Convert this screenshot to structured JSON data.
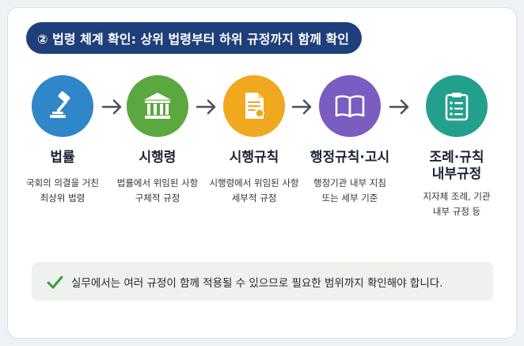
{
  "header": {
    "title": "② 법령 체계 확인: 상위 법령부터 하위 규정까지 함께 확인"
  },
  "steps": [
    {
      "title": "법률",
      "desc_line1": "국회의 의결을 거친",
      "desc_line2": "최상위 법령",
      "icon": "gavel-icon",
      "color": "#2f86c9"
    },
    {
      "title": "시행령",
      "desc_line1": "법률에서 위임된 사항",
      "desc_line2": "구체적 규정",
      "icon": "building-icon",
      "color": "#5aa83f"
    },
    {
      "title": "시행규칙",
      "desc_line1": "시행령에서 위임된 사항",
      "desc_line2": "세부적 규정",
      "icon": "document-icon",
      "color": "#f0a81f"
    },
    {
      "title": "행정규칙·고시",
      "desc_line1": "행정기관 내부 지침",
      "desc_line2": "또는 세부 기준",
      "icon": "book-icon",
      "color": "#7b5cc0"
    },
    {
      "title_line1": "조례·규칙",
      "title_line2": "내부규정",
      "desc_line1": "지자체 조례, 기관",
      "desc_line2": "내부 규정 등",
      "icon": "clipboard-icon",
      "color": "#23a08c"
    }
  ],
  "note": {
    "text": "실무에서는 여러 규정이 함께 적용될 수 있으므로 필요한 범위까지 확인해야 합니다.",
    "icon": "check-icon",
    "check_color": "#3d9a3d"
  },
  "colors": {
    "title_bg": "#1f3f7a",
    "arrow": "#4a5060"
  }
}
